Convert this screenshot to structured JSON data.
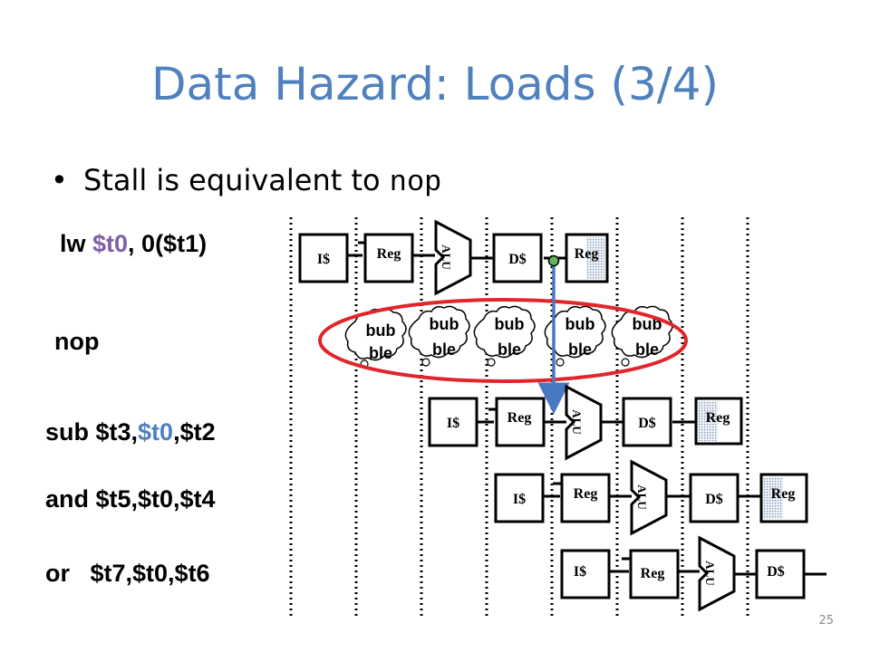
{
  "slide": {
    "title": "Data Hazard: Loads (3/4)",
    "bullet": {
      "text": "Stall is equivalent to ",
      "code": "nop"
    },
    "slide_number": "25",
    "colors": {
      "title": "#4f81bd",
      "highlight_purple": "#7f5fa8",
      "highlight_blue": "#4f81bd",
      "bubble_ring": "#e0262b",
      "forward_arrow": "#4a78c2",
      "forward_dot": "#5cb85c"
    }
  },
  "instructions": {
    "lw": {
      "op": "lw ",
      "reg": "$t0",
      "rest": ", 0($t1)"
    },
    "nop": {
      "text": "nop"
    },
    "sub": {
      "prefix": "sub $t3,",
      "reg": "$t0",
      "rest": ",$t2"
    },
    "and": {
      "text": "and $t5,$t0,$t4"
    },
    "or": {
      "text": "or   $t7,$t0,$t6"
    }
  },
  "pipeline": {
    "stage_labels": {
      "ifetch": "I$",
      "decode": "Reg",
      "alu": "ALU",
      "dmem": "D$",
      "writeback": "Reg"
    },
    "bubbles": [
      {
        "line1": "bub",
        "line2": "ble"
      },
      {
        "line1": "bub",
        "line2": "ble"
      },
      {
        "line1": "bub",
        "line2": "ble"
      },
      {
        "line1": "bub",
        "line2": "ble"
      },
      {
        "line1": "bub",
        "line2": "ble"
      }
    ]
  }
}
